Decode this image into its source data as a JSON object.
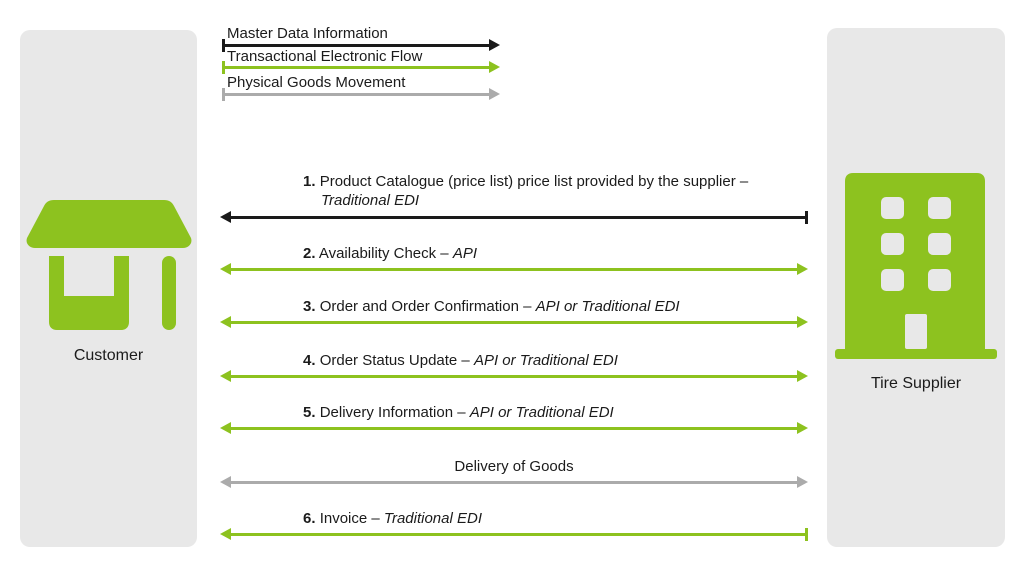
{
  "colors": {
    "green": "#8DC21F",
    "gray": "#ABABAB",
    "black": "#1A1A1A",
    "panel": "#E8E8E8"
  },
  "legend": {
    "items": [
      {
        "label": "Master Data Information",
        "color": "black"
      },
      {
        "label": "Transactional Electronic Flow",
        "color": "green"
      },
      {
        "label": "Physical Goods Movement",
        "color": "gray"
      }
    ]
  },
  "entities": {
    "customer": {
      "label": "Customer",
      "icon": "storefront-icon"
    },
    "supplier": {
      "label": "Tire Supplier",
      "icon": "office-building-icon"
    }
  },
  "flows": [
    {
      "num": "1.",
      "text": "Product Catalogue (price list) price list provided by the supplier – ",
      "italic": "Traditional EDI",
      "color": "black",
      "direction": "to-customer",
      "left_end": "arrowhead",
      "right_end": "tick"
    },
    {
      "num": "2.",
      "text": "Availability Check – ",
      "italic": "API",
      "color": "green",
      "direction": "bidirectional",
      "left_end": "arrowhead",
      "right_end": "arrowhead"
    },
    {
      "num": "3.",
      "text": "Order and Order Confirmation – ",
      "italic": "API or Traditional EDI",
      "color": "green",
      "direction": "bidirectional",
      "left_end": "arrowhead",
      "right_end": "arrowhead"
    },
    {
      "num": "4.",
      "text": "Order Status Update  – ",
      "italic": "API or Traditional EDI",
      "color": "green",
      "direction": "bidirectional",
      "left_end": "arrowhead",
      "right_end": "arrowhead"
    },
    {
      "num": "5.",
      "text": "Delivery Information – ",
      "italic": "API or Traditional EDI",
      "color": "green",
      "direction": "bidirectional",
      "left_end": "arrowhead",
      "right_end": "arrowhead"
    },
    {
      "num": "",
      "text": "Delivery of Goods",
      "italic": "",
      "color": "gray",
      "direction": "bidirectional",
      "left_end": "arrowhead",
      "right_end": "arrowhead"
    },
    {
      "num": "6.",
      "text": "Invoice – ",
      "italic": "Traditional EDI",
      "color": "green",
      "direction": "to-customer",
      "left_end": "arrowhead",
      "right_end": "tick"
    }
  ]
}
